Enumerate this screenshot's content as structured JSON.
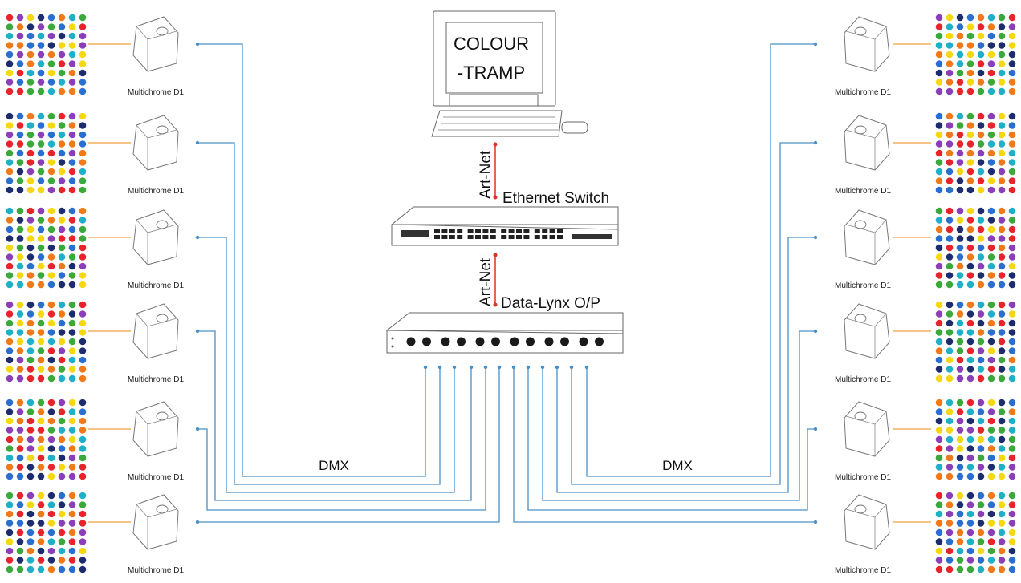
{
  "computer": {
    "screen_line1": "COLOUR",
    "screen_line2": "-TRAMP"
  },
  "links": {
    "top_protocol": "Art-Net",
    "bottom_protocol": "Art-Net"
  },
  "devices": {
    "switch_label": "Ethernet Switch",
    "node_label": "Data-Lynx O/P"
  },
  "buses": {
    "left_label": "DMX",
    "right_label": "DMX"
  },
  "fixture_label": "Multichrome D1",
  "colors": {
    "dmx_line": "#4a90c8",
    "fixture_link": "#f0a040",
    "artnet_dot": "#e03020",
    "led_palette": [
      "#e8232b",
      "#f07a1a",
      "#f5d80f",
      "#3aa83a",
      "#2a6fd0",
      "#8a3fb8",
      "#1fb0c8",
      "#1c2c6c"
    ]
  }
}
